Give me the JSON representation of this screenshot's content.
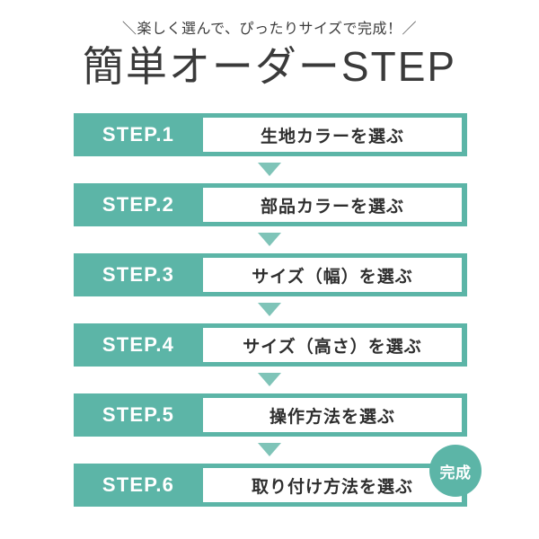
{
  "header": {
    "tagline": "＼楽しく選んで、ぴったりサイズで完成！／",
    "title": "簡単オーダーSTEP"
  },
  "steps": [
    {
      "label": "STEP.1",
      "text": "生地カラーを選ぶ"
    },
    {
      "label": "STEP.2",
      "text": "部品カラーを選ぶ"
    },
    {
      "label": "STEP.3",
      "text": "サイズ（幅）を選ぶ"
    },
    {
      "label": "STEP.4",
      "text": "サイズ（高さ）を選ぶ"
    },
    {
      "label": "STEP.5",
      "text": "操作方法を選ぶ"
    },
    {
      "label": "STEP.6",
      "text": "取り付け方法を選ぶ"
    }
  ],
  "badge": {
    "text": "完成"
  },
  "colors": {
    "teal": "#5cb5a7",
    "arrow_teal": "#7fc4b8",
    "panel_white": "#ffffff",
    "text_dark": "#2e2e2e",
    "background": "#ffffff"
  }
}
